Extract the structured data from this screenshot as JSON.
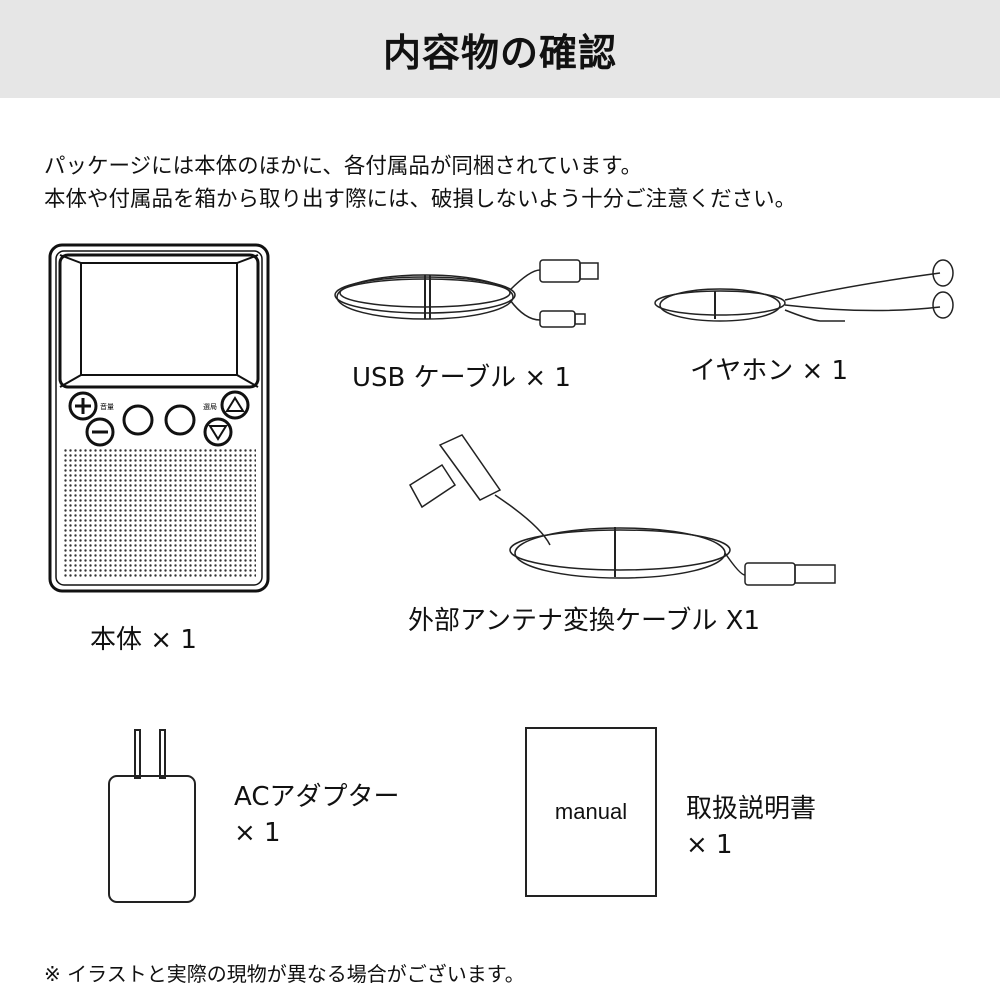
{
  "header": {
    "title": "内容物の確認"
  },
  "intro": {
    "line1": "パッケージには本体のほかに、各付属品が同梱されています。",
    "line2": "本体や付属品を箱から取り出す際には、破損しないよう十分ご注意ください。"
  },
  "items": {
    "body": {
      "label": "本体 × 1",
      "volume": "音量",
      "tuning": "選局"
    },
    "usb": {
      "label": "USB ケーブル × 1"
    },
    "earphone": {
      "label": "イヤホン × 1"
    },
    "antenna": {
      "label": "外部アンテナ変換ケーブル X1"
    },
    "adapter": {
      "label1": "ACアダプター",
      "label2": "× 1"
    },
    "manual": {
      "cover": "manual",
      "label1": "取扱説明書",
      "label2": "× 1"
    }
  },
  "footnote": "※ イラストと実際の現物が異なる場合がございます。"
}
